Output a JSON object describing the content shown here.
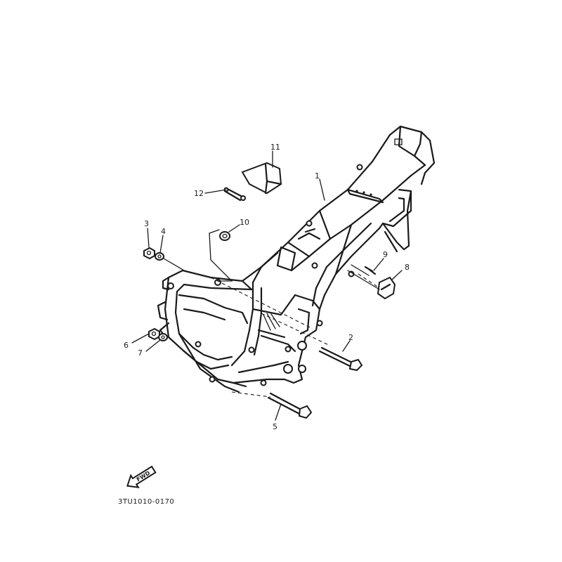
{
  "diagram_code": "3TU1010-0170",
  "fwd_label": "FWD",
  "parts": [
    {
      "id": "1",
      "label": "1"
    },
    {
      "id": "2",
      "label": "2"
    },
    {
      "id": "3",
      "label": "3"
    },
    {
      "id": "4",
      "label": "4"
    },
    {
      "id": "5",
      "label": "5"
    },
    {
      "id": "6",
      "label": "6"
    },
    {
      "id": "7",
      "label": "7"
    },
    {
      "id": "8",
      "label": "8"
    },
    {
      "id": "9",
      "label": "9"
    },
    {
      "id": "10",
      "label": "10"
    },
    {
      "id": "11",
      "label": "11"
    },
    {
      "id": "12",
      "label": "12"
    }
  ]
}
